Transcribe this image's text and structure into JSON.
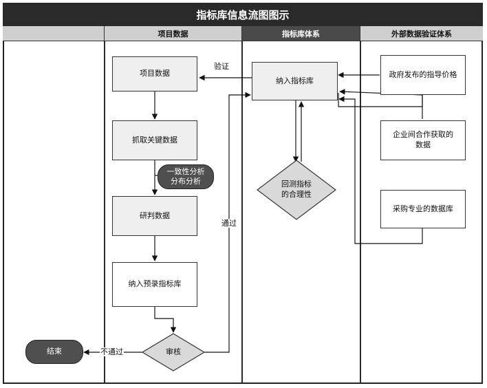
{
  "title": "指标库信息流图图示",
  "lanes": {
    "project": "项目数据",
    "index": "指标库体系",
    "external": "外部数据验证体系"
  },
  "nodes": {
    "project_data": "项目数据",
    "extract_key": "抓取关键数据",
    "consistency": "一致性分析\n分布分析",
    "judge": "研判数据",
    "pre_index": "纳入预录指标库",
    "review": "审核",
    "end": "结束",
    "into_index": "纳入指标库",
    "rationality": "回测指标\n的合理性",
    "gov_price": "政府发布的指导价格",
    "enterprise": "企业间合作获取的\n数据",
    "purchase_db": "采购专业的数据库"
  },
  "edge_labels": {
    "verify": "验证",
    "pass": "通过",
    "fail": "不通过"
  },
  "colors": {
    "title_bg": "#2a2a2a",
    "header_light": "#cfcfcf",
    "header_dark": "#4a4a4a",
    "terminal": "#4f4f4f",
    "decision": "#d9d9d9"
  }
}
